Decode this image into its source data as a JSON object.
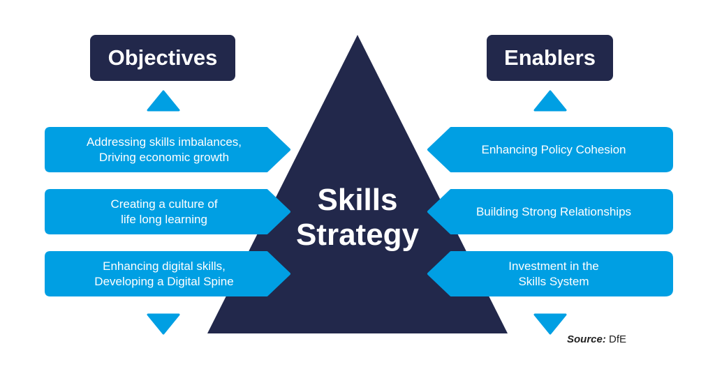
{
  "title": [
    "Skills",
    "Strategy"
  ],
  "colors": {
    "navy": "#22284b",
    "blue": "#009fe3"
  },
  "objectives": {
    "header": "Objectives",
    "items": [
      "Addressing skills imbalances,\nDriving economic growth",
      "Creating a culture of\nlife long learning",
      "Enhancing digital skills,\nDeveloping a Digital Spine"
    ]
  },
  "enablers": {
    "header": "Enablers",
    "items": [
      "Enhancing Policy Cohesion",
      "Building Strong Relationships",
      "Investment in the\nSkills System"
    ]
  },
  "source": {
    "label": "Source:",
    "value": "DfE"
  }
}
